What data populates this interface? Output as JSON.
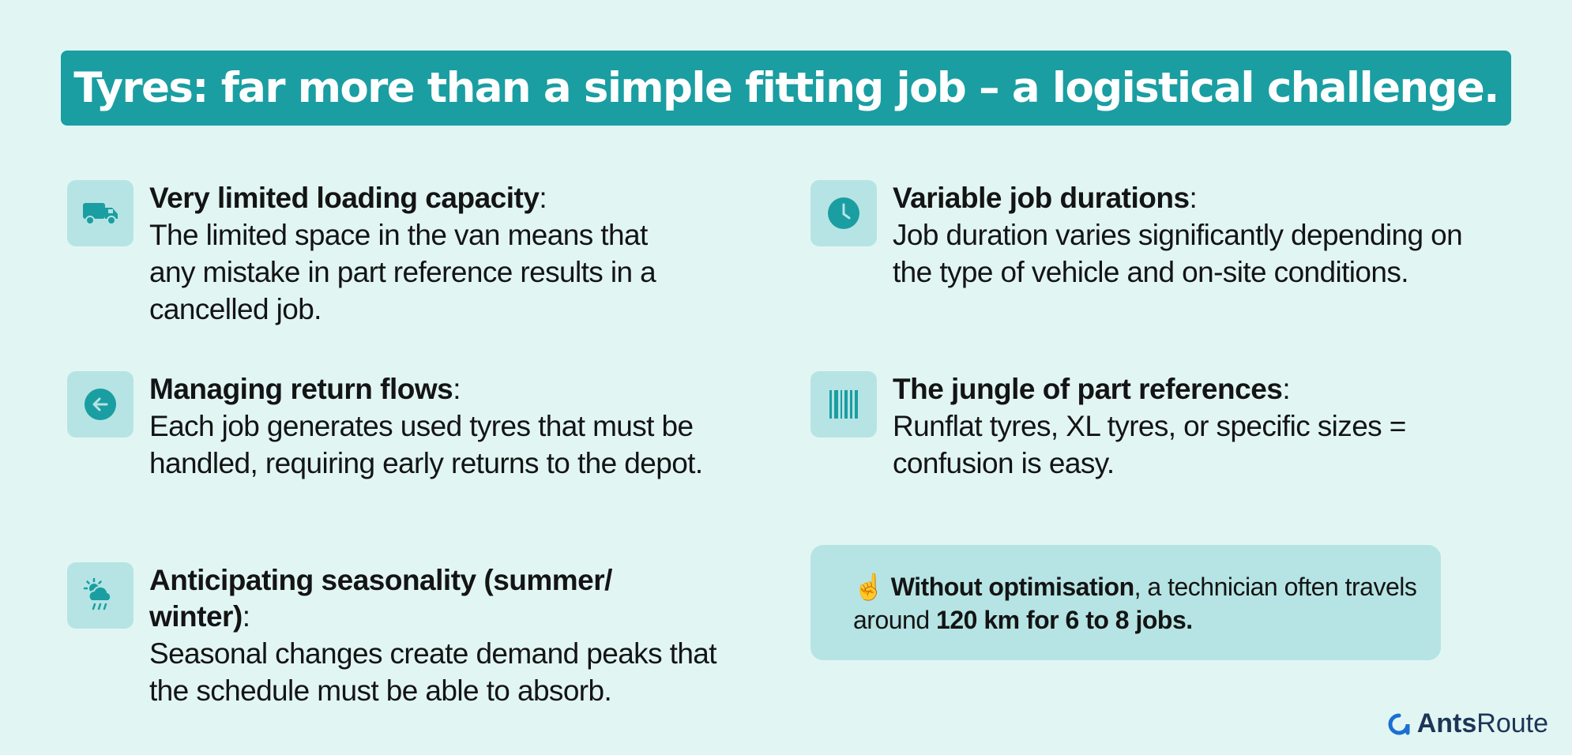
{
  "title": "Tyres: far more than a simple fitting job – a logistical challenge.",
  "items": [
    {
      "icon": "truck-icon",
      "heading": "Very limited loading capacity",
      "suffix": ":",
      "body": "The limited space in the van means that any mistake in part reference results in a cancelled job."
    },
    {
      "icon": "clock-icon",
      "heading": "Variable job durations",
      "suffix": ":",
      "body": "Job duration varies significantly depending on the type of vehicle and on-site conditions."
    },
    {
      "icon": "arrow-left-circle-icon",
      "heading": "Managing return flows",
      "suffix": ":",
      "body": "Each job generates used tyres that must be handled, requiring early returns to the depot."
    },
    {
      "icon": "barcode-icon",
      "heading": "The jungle of part references",
      "suffix": ":",
      "body": "Runflat tyres, XL tyres, or specific sizes = confusion is easy."
    },
    {
      "icon": "weather-icon",
      "heading": "Anticipating seasonality (summer/ winter)",
      "suffix": ":",
      "body": "Seasonal changes create demand peaks that the schedule must be able to absorb."
    }
  ],
  "callout": {
    "emoji": "☝️",
    "strong1": "Without optimisation",
    "text1": ", a technician often travels around ",
    "strong2": "120 km for 6 to 8 jobs."
  },
  "logo": {
    "word1": "Ants",
    "word2": "Route"
  },
  "colors": {
    "accent": "#1a9ea2",
    "background": "#e1f6f3",
    "icon_bg": "#b6e4e4",
    "logo": "#1d3557"
  }
}
